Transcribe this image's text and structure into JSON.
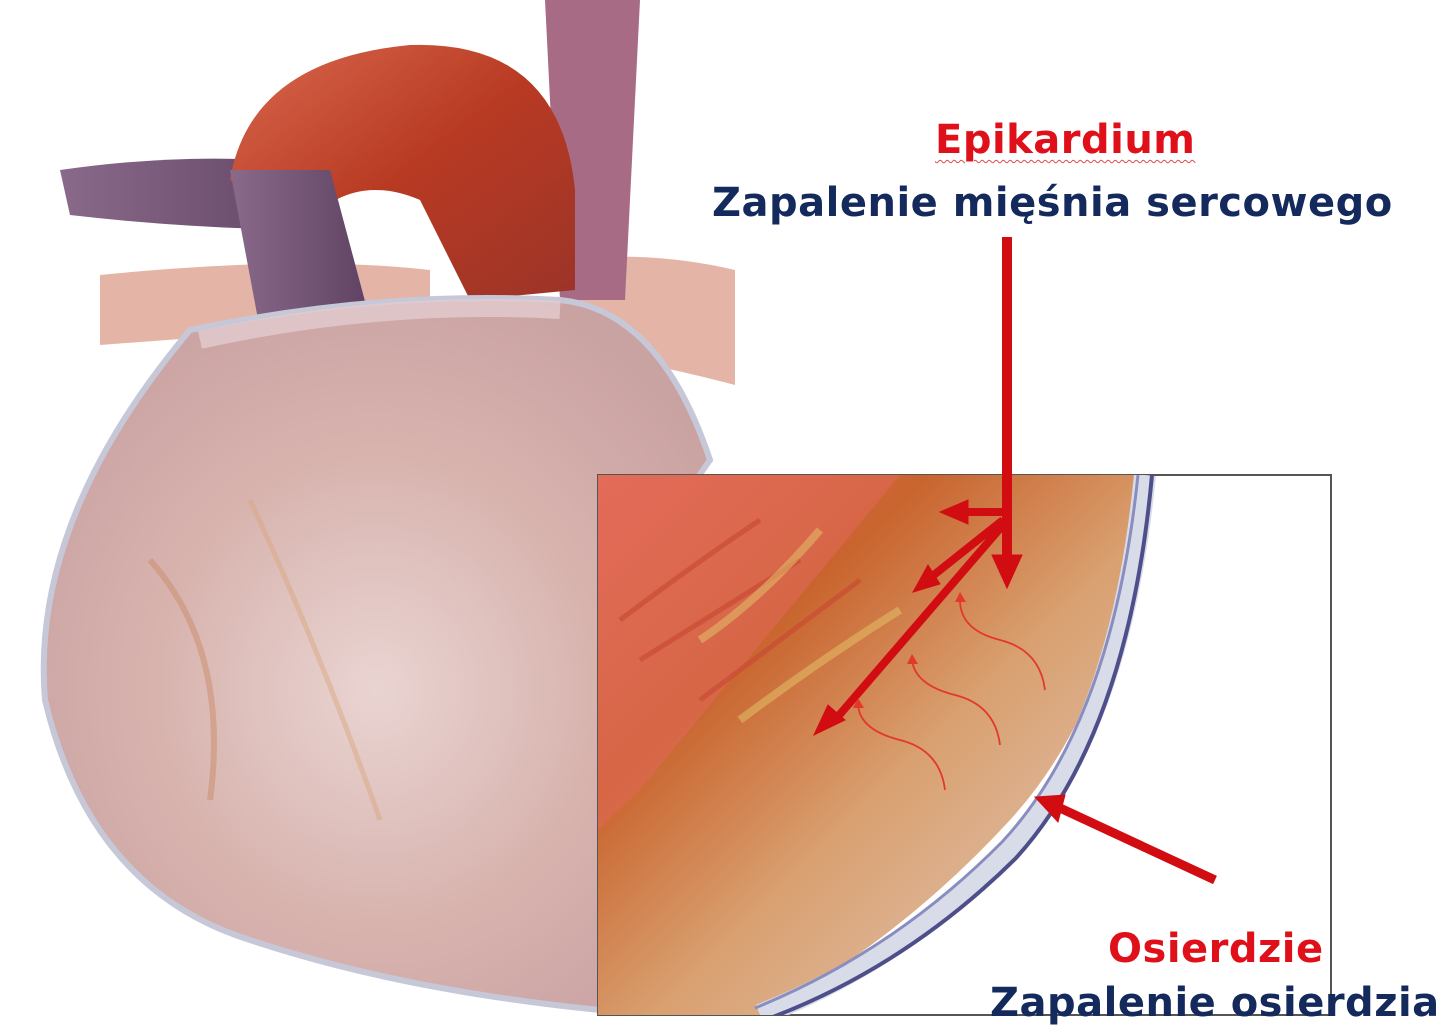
{
  "labels": {
    "epikardium_title": "Epikardium",
    "epikardium_subtitle": "Zapalenie mięśnia sercowego",
    "osierdzie_title": "Osierdzie",
    "osierdzie_subtitle": "Zapalenie osierdzia"
  },
  "colors": {
    "arrow_red": "#d10d12",
    "title_red": "#e0101a",
    "subtitle_navy": "#142a5c"
  }
}
